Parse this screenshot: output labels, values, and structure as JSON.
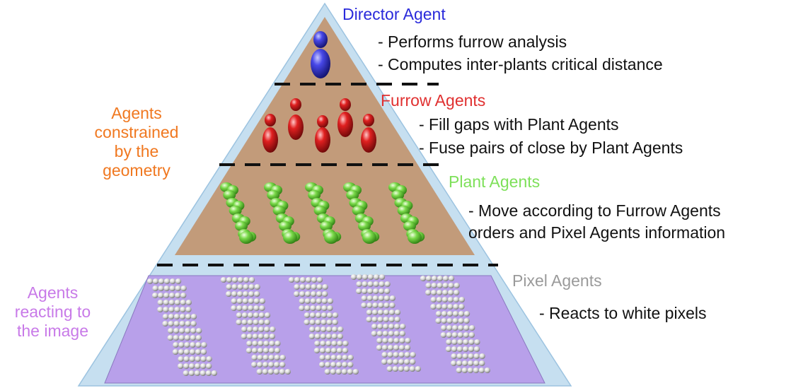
{
  "colors": {
    "pyramid_border": "#c6dff0",
    "band_tan": "#c29b7a",
    "band_purple": "#b8a0ea",
    "director": "#2a2adb",
    "furrow": "#e03030",
    "plant": "#7ee05a",
    "pixel": "#9a9a9a",
    "constrained": "#f07820",
    "reacting": "#c87ae8"
  },
  "levels": {
    "director": {
      "title": "Director Agent",
      "items": [
        "- Performs furrow analysis",
        "- Computes inter-plants critical distance"
      ],
      "icon": "blue-ellipsoid-agent"
    },
    "furrow": {
      "title": "Furrow Agents",
      "items": [
        "- Fill gaps with Plant Agents",
        "- Fuse pairs of close by Plant Agents"
      ],
      "icon": "red-ellipsoid-agent"
    },
    "plant": {
      "title": "Plant Agents",
      "items": [
        "- Move according to Furrow Agents",
        "orders and Pixel Agents information"
      ],
      "icon": "green-ellipsoid-agent"
    },
    "pixel": {
      "title": "Pixel Agents",
      "items": [
        "- Reacts to white pixels"
      ],
      "icon": "white-sphere-agent"
    }
  },
  "side_labels": {
    "constrained": [
      "Agents",
      "constrained",
      "by the",
      "geometry"
    ],
    "reacting": [
      "Agents",
      "reacting to",
      "the image"
    ]
  }
}
